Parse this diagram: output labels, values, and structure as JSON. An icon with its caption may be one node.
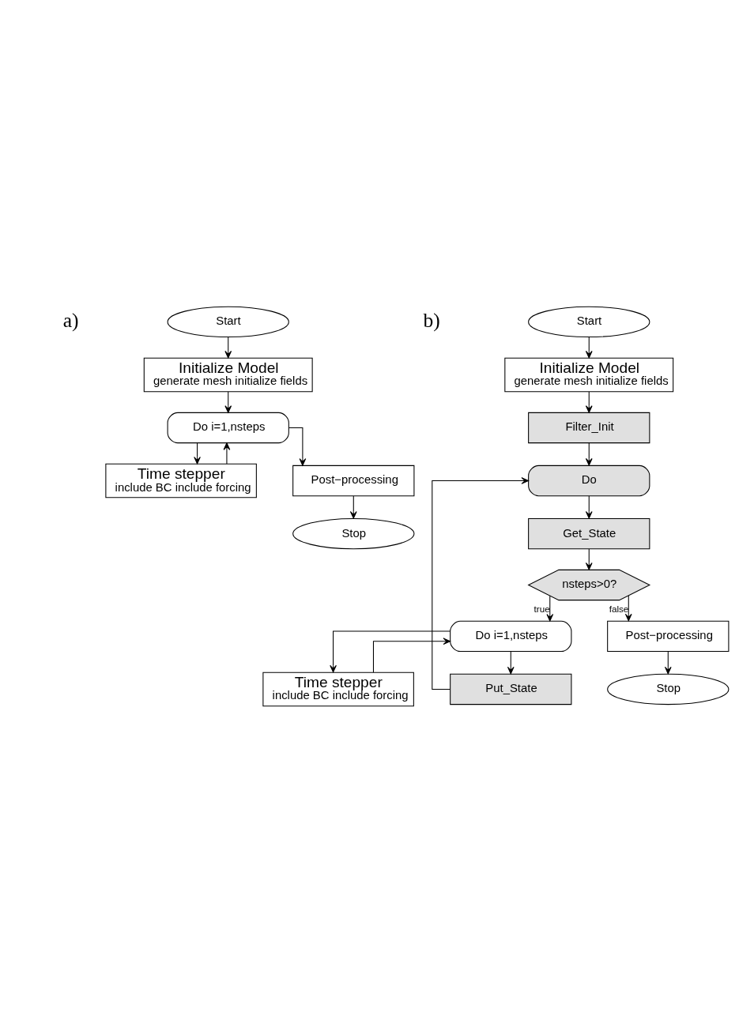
{
  "diagram": {
    "nodes": [
      {
        "text": [
          "Start"
        ]
      },
      {
        "text": [
          "Initialize Model",
          "generate mesh initialize fields"
        ]
      },
      {
        "text": [
          "Do i=1,nsteps"
        ]
      },
      {
        "text": [
          "Time stepper",
          "include BC include forcing"
        ]
      },
      {
        "text": [
          "Post−processing"
        ]
      },
      {
        "text": [
          "Stop"
        ]
      },
      {
        "text": [
          "Start"
        ]
      },
      {
        "text": [
          "Initialize Model",
          "generate mesh initialize fields"
        ]
      },
      {
        "text": [
          "Filter_Init"
        ]
      },
      {
        "text": [
          "Do"
        ]
      },
      {
        "text": [
          "Get_State"
        ]
      },
      {
        "text": [
          "nsteps>0?"
        ]
      },
      {
        "text": [
          "Do i=1,nsteps"
        ]
      },
      {
        "text": [
          "Time stepper",
          "include BC include forcing"
        ]
      },
      {
        "text": [
          "Put_State"
        ]
      },
      {
        "text": [
          "Post−processing"
        ]
      },
      {
        "text": [
          "Stop"
        ]
      }
    ],
    "edges": [
      {
        "from": 0,
        "to": 1,
        "arrow": "to"
      },
      {
        "from": 1,
        "to": 2,
        "arrow": "to"
      },
      {
        "from": 2,
        "to": 3,
        "arrow": "to"
      },
      {
        "from": 3,
        "to": 2,
        "arrow": "to"
      },
      {
        "from": 2,
        "to": 4,
        "arrow": "to"
      },
      {
        "from": 4,
        "to": 5,
        "arrow": "to"
      },
      {
        "from": 6,
        "to": 7,
        "arrow": "to"
      },
      {
        "from": 7,
        "to": 8,
        "arrow": "to"
      },
      {
        "from": 8,
        "to": 9,
        "arrow": "to"
      },
      {
        "from": 9,
        "to": 10,
        "arrow": "to"
      },
      {
        "from": 10,
        "to": 11,
        "arrow": "to"
      },
      {
        "from": 11,
        "to": 12,
        "arrow": "to",
        "label": "true"
      },
      {
        "from": 11,
        "to": 15,
        "arrow": "to",
        "label": "false"
      },
      {
        "from": 12,
        "to": 13,
        "arrow": "to"
      },
      {
        "from": 13,
        "to": 12,
        "arrow": "to"
      },
      {
        "from": 12,
        "to": 14,
        "arrow": "to"
      },
      {
        "from": 14,
        "to": 9,
        "arrow": "to"
      },
      {
        "from": 15,
        "to": 16,
        "arrow": "to"
      }
    ],
    "labels": [
      "a)",
      "b)"
    ]
  }
}
